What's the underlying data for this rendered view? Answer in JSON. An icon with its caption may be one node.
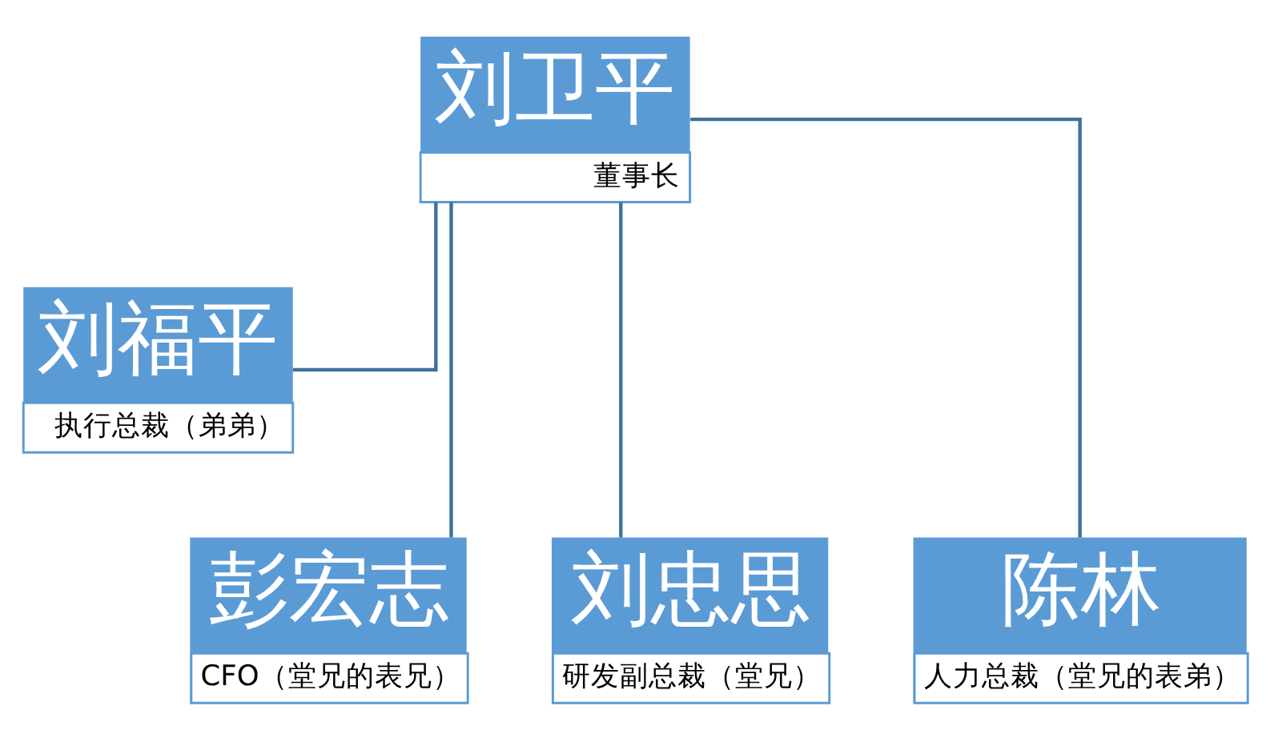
{
  "diagram": {
    "nodes": [
      {
        "text": [
          "刘卫平",
          "董事长"
        ]
      },
      {
        "text": [
          "刘福平",
          "执行总裁（弟弟）"
        ]
      },
      {
        "text": [
          "彭宏志",
          "CFO（堂兄的表兄）"
        ]
      },
      {
        "text": [
          "刘忠思",
          "研发副总裁（堂兄）"
        ]
      },
      {
        "text": [
          "陈林",
          "人力总裁（堂兄的表弟）"
        ]
      }
    ],
    "edges": [
      {
        "from": 0,
        "to": 1,
        "arrow": "none"
      },
      {
        "from": 0,
        "to": 2,
        "arrow": "none"
      },
      {
        "from": 0,
        "to": 3,
        "arrow": "none"
      },
      {
        "from": 0,
        "to": 4,
        "arrow": "none"
      }
    ]
  }
}
